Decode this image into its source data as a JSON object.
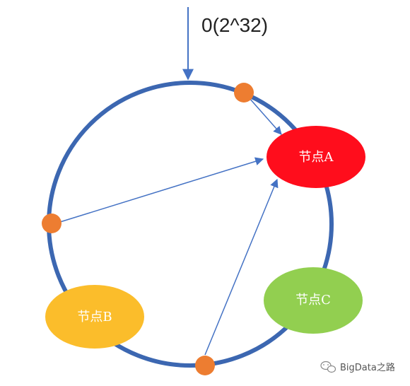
{
  "origin": {
    "label": "0(2^32)"
  },
  "nodes": [
    {
      "id": "A",
      "label": "节点A",
      "color": "#ff0d1c"
    },
    {
      "id": "B",
      "label": "节点B",
      "color": "#fbbd2b"
    },
    {
      "id": "C",
      "label": "节点C",
      "color": "#92cf50"
    }
  ],
  "colors": {
    "ring": "#3c67b1",
    "arrow": "#4472c4",
    "hash_point": "#ed7d31"
  },
  "watermark": {
    "text": "BigData之路",
    "icon": "wechat-icon"
  }
}
